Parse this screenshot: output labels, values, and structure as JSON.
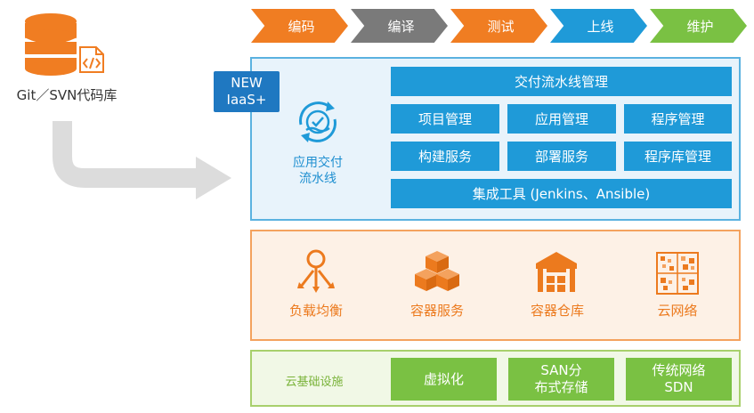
{
  "source": {
    "label": "Git／SVN代码库",
    "icons": [
      "database-icon",
      "code-file-icon"
    ]
  },
  "pipeline": {
    "stages": [
      {
        "label": "编码",
        "color": "#f07d22"
      },
      {
        "label": "编译",
        "color": "#7a7a7a"
      },
      {
        "label": "测试",
        "color": "#f07d22"
      },
      {
        "label": "上线",
        "color": "#1f9ad8"
      },
      {
        "label": "维护",
        "color": "#7ac143"
      }
    ]
  },
  "cd": {
    "badge_line1": "NEW",
    "badge_line2": "IaaS+",
    "title_line1": "应用交付",
    "title_line2": "流水线",
    "header": "交付流水线管理",
    "items": [
      "项目管理",
      "应用管理",
      "程序管理",
      "构建服务",
      "部署服务",
      "程序库管理"
    ],
    "footer": "集成工具 (Jenkins、Ansible)"
  },
  "containers": {
    "items": [
      {
        "label": "负载均衡",
        "icon": "load-balancer-icon"
      },
      {
        "label": "容器服务",
        "icon": "container-boxes-icon"
      },
      {
        "label": "容器仓库",
        "icon": "warehouse-icon"
      },
      {
        "label": "云网络",
        "icon": "cloud-network-icon"
      }
    ]
  },
  "infra": {
    "label": "云基础设施",
    "items": [
      {
        "line1": "虚拟化",
        "line2": ""
      },
      {
        "line1": "SAN分",
        "line2": "布式存储"
      },
      {
        "line1": "传统网络",
        "line2": "SDN"
      }
    ]
  },
  "colors": {
    "orange": "#f07d22",
    "blue": "#1f9ad8",
    "green": "#7ac143",
    "gray": "#7a7a7a"
  }
}
